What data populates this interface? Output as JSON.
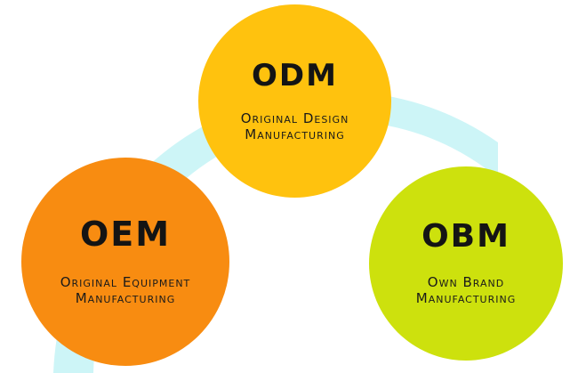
{
  "colors": {
    "arc": "#cdf5f7",
    "odm": "#ffc20e",
    "oem": "#f88c11",
    "obm": "#cde10d",
    "text": "#141414"
  },
  "nodes": {
    "odm": {
      "code": "ODM",
      "line1": "Original Design",
      "line2": "Manufacturing"
    },
    "oem": {
      "code": "OEM",
      "line1": "Original Equipment",
      "line2": "Manufacturing"
    },
    "obm": {
      "code": "OBM",
      "line1": "Own Brand",
      "line2": "Manufacturing"
    }
  }
}
